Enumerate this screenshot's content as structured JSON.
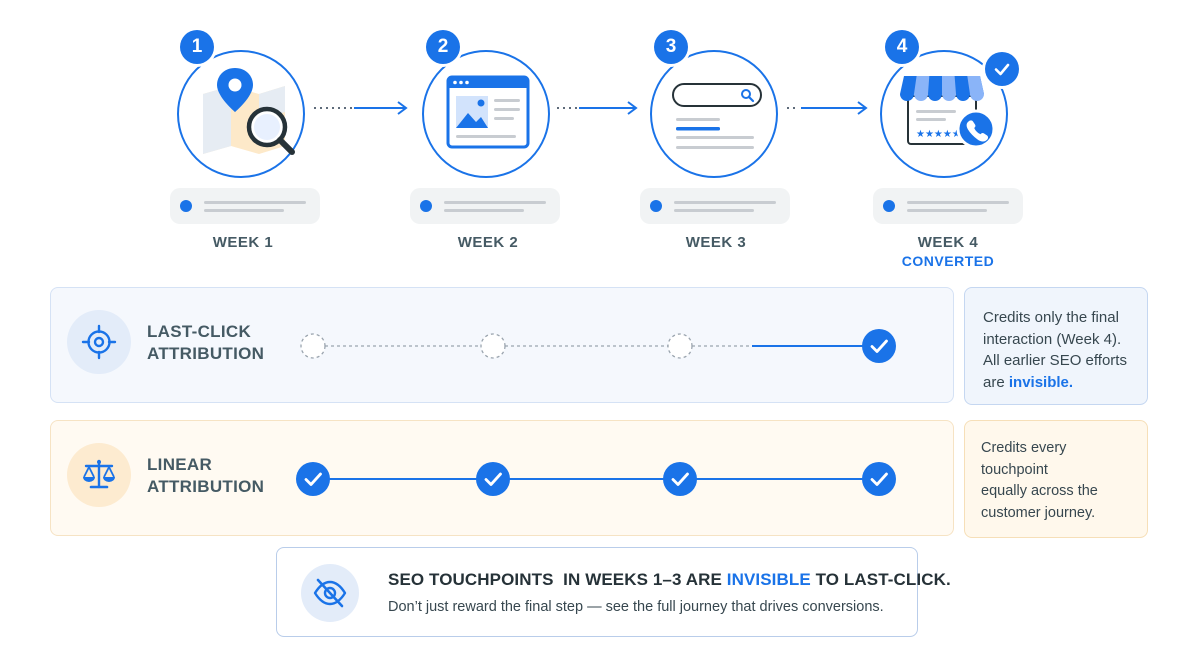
{
  "journey": {
    "steps": [
      {
        "number": "1",
        "icon": "map-search-icon",
        "week_label": "WEEK 1"
      },
      {
        "number": "2",
        "icon": "webpage-icon",
        "week_label": "WEEK 2"
      },
      {
        "number": "3",
        "icon": "search-results-icon",
        "week_label": "WEEK 3"
      },
      {
        "number": "4",
        "icon": "storefront-phone-icon",
        "week_label": "WEEK 4",
        "status_label": "CONVERTED",
        "converted": true
      }
    ]
  },
  "models": {
    "last_click": {
      "title_line1": "LAST-CLICK",
      "title_line2": "ATTRIBUTION",
      "icon": "target-icon",
      "credited": [
        false,
        false,
        false,
        true
      ],
      "note_line1": "Credits only the final",
      "note_line2": "interaction (Week 4).",
      "note_line3": "All earlier SEO efforts",
      "note_line4_prefix": "are ",
      "note_line4_highlight": "invisible."
    },
    "linear": {
      "title_line1": "LINEAR",
      "title_line2": "ATTRIBUTION",
      "icon": "balance-scale-icon",
      "credited": [
        true,
        true,
        true,
        true
      ],
      "note_line1": "Credits every touchpoint",
      "note_line2": "equally across the",
      "note_line3": "customer journey."
    }
  },
  "banner": {
    "icon": "eye-slash-icon",
    "head_part1": "SEO TOUCHPOINTS  IN WEEKS 1–3 ARE ",
    "head_highlight": "INVISIBLE",
    "head_part2": " TO LAST-CLICK.",
    "subtext": "Don’t just reward the final step — see the full journey that drives conversions."
  },
  "colors": {
    "accent": "#1a73e8",
    "last_click_bg": "#f5f8fd",
    "linear_bg": "#fffaf2"
  }
}
